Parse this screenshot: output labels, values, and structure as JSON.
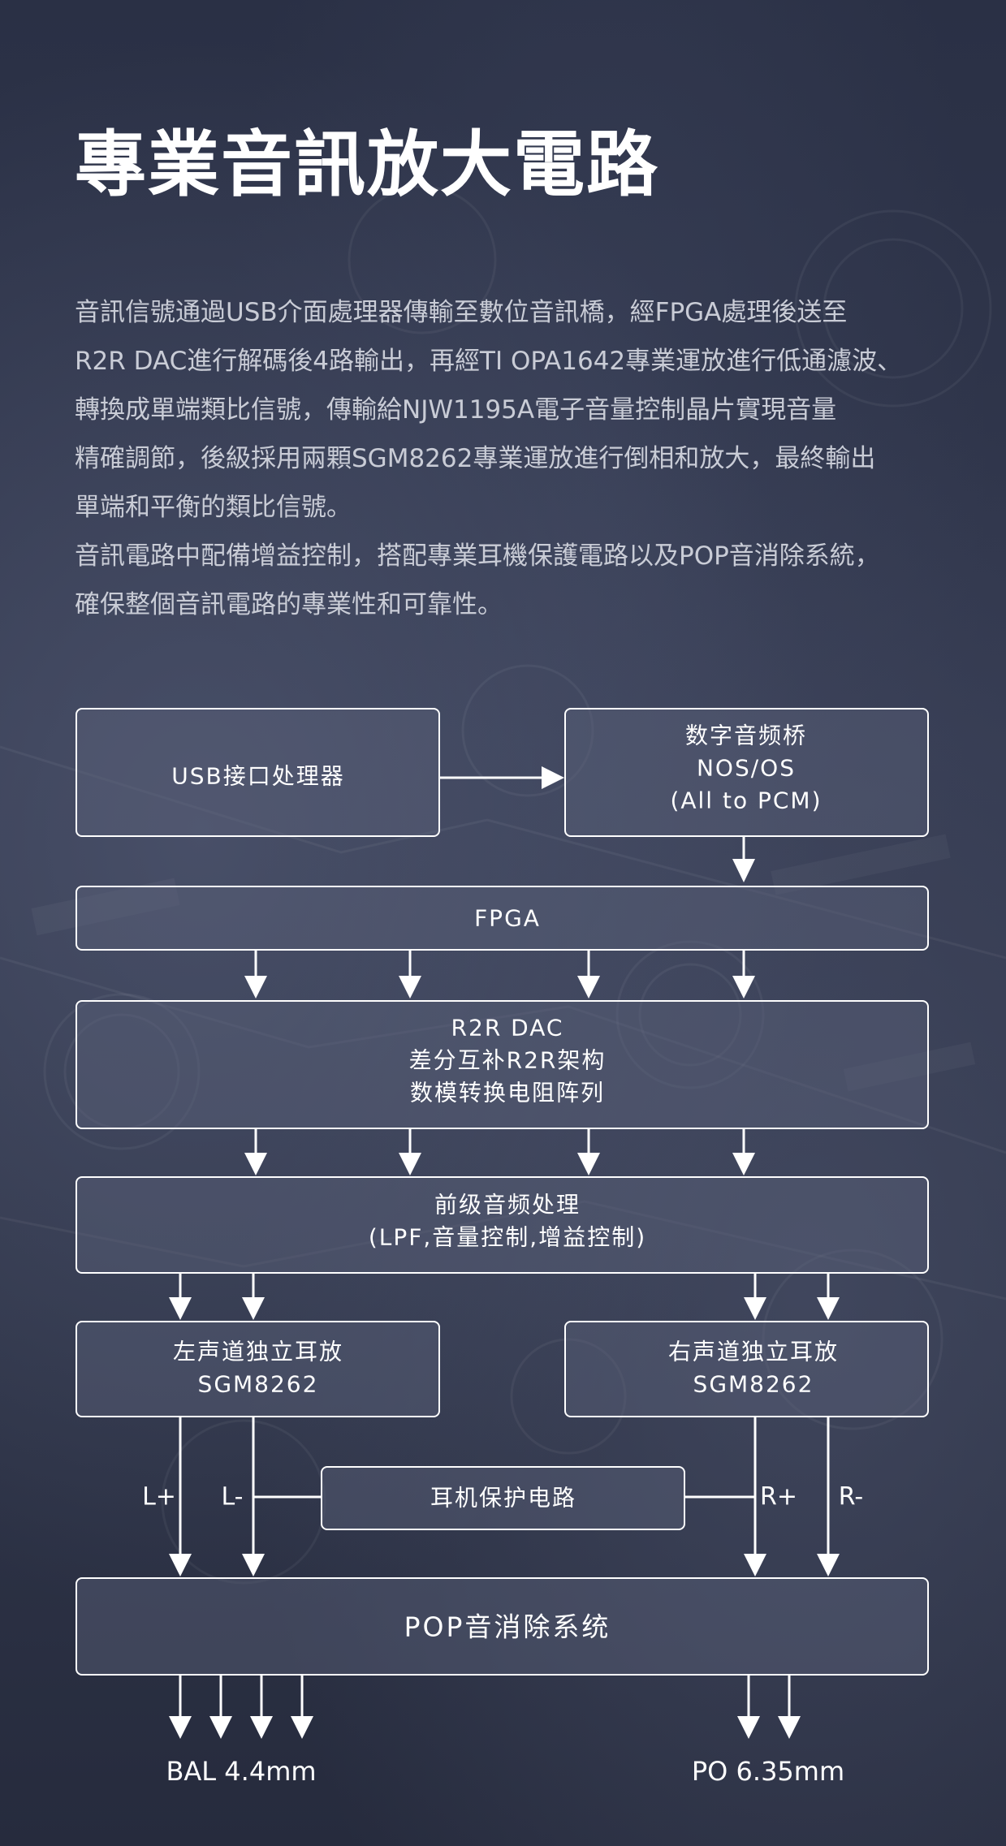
{
  "title": "專業音訊放大電路",
  "description": [
    "音訊信號通過USB介面處理器傳輸至數位音訊橋，經FPGA處理後送至",
    "R2R DAC進行解碼後4路輸出，再經TI OPA1642專業運放進行低通濾波、",
    "轉換成單端類比信號，傳輸給NJW1195A電子音量控制晶片實現音量",
    "精確調節，後級採用兩顆SGM8262專業運放進行倒相和放大，最終輸出",
    "單端和平衡的類比信號。",
    "音訊電路中配備增益控制，搭配專業耳機保護電路以及POP音消除系統，",
    "確保整個音訊電路的專業性和可靠性。"
  ],
  "diagram": {
    "usb": "USB接口处理器",
    "bridge": [
      "数字音频桥",
      "NOS/OS",
      "(All to PCM)"
    ],
    "fpga": "FPGA",
    "dac": [
      "R2R DAC",
      "差分互补R2R架构",
      "数模转换电阻阵列"
    ],
    "pre": [
      "前级音频处理",
      "(LPF,音量控制,增益控制)"
    ],
    "left_amp": [
      "左声道独立耳放",
      "SGM8262"
    ],
    "right_amp": [
      "右声道独立耳放",
      "SGM8262"
    ],
    "protect": "耳机保护电路",
    "pop": "POP音消除系统",
    "wires": [
      "L+",
      "L-",
      "R+",
      "R-"
    ],
    "outputs": [
      "BAL 4.4mm",
      "PO 6.35mm"
    ]
  }
}
